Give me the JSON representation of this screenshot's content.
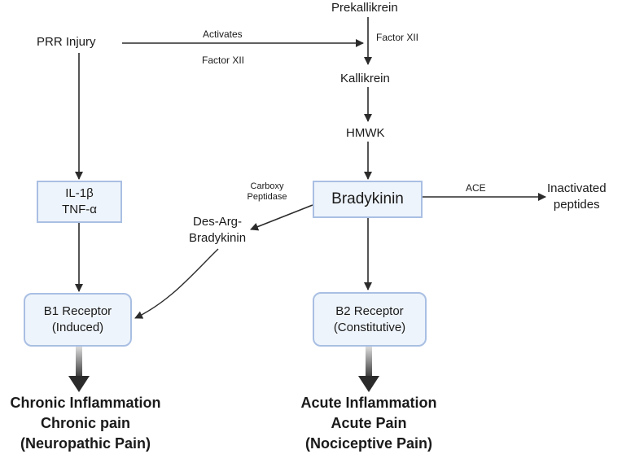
{
  "nodes": {
    "prr_injury": "PRR Injury",
    "prekallikrein": "Prekallikrein",
    "kallikrein": "Kallikrein",
    "hmwk": "HMWK",
    "il1b": "IL-1β",
    "tnfa": "TNF-α",
    "bradykinin": "Bradykinin",
    "des_arg_1": "Des-Arg-",
    "des_arg_2": "Bradykinin",
    "inactivated_1": "Inactivated",
    "inactivated_2": "peptides",
    "b1_line1": "B1 Receptor",
    "b1_line2": "(Induced)",
    "b2_line1": "B2 Receptor",
    "b2_line2": "(Constitutive)"
  },
  "edge_labels": {
    "activates": "Activates",
    "factor_xii_left": "Factor XII",
    "factor_xii_right": "Factor XII",
    "carboxy": "Carboxy",
    "peptidase": "Peptidase",
    "ace": "ACE"
  },
  "outcomes": {
    "left": [
      "Chronic Inflammation",
      "Chronic pain",
      "(Neuropathic Pain)"
    ],
    "right": [
      "Acute Inflammation",
      "Acute Pain",
      "(Nociceptive Pain)"
    ]
  },
  "colors": {
    "box_fill": "#eef4fb",
    "box_border": "#a9bfe3",
    "arrow": "#2b2b2b"
  }
}
